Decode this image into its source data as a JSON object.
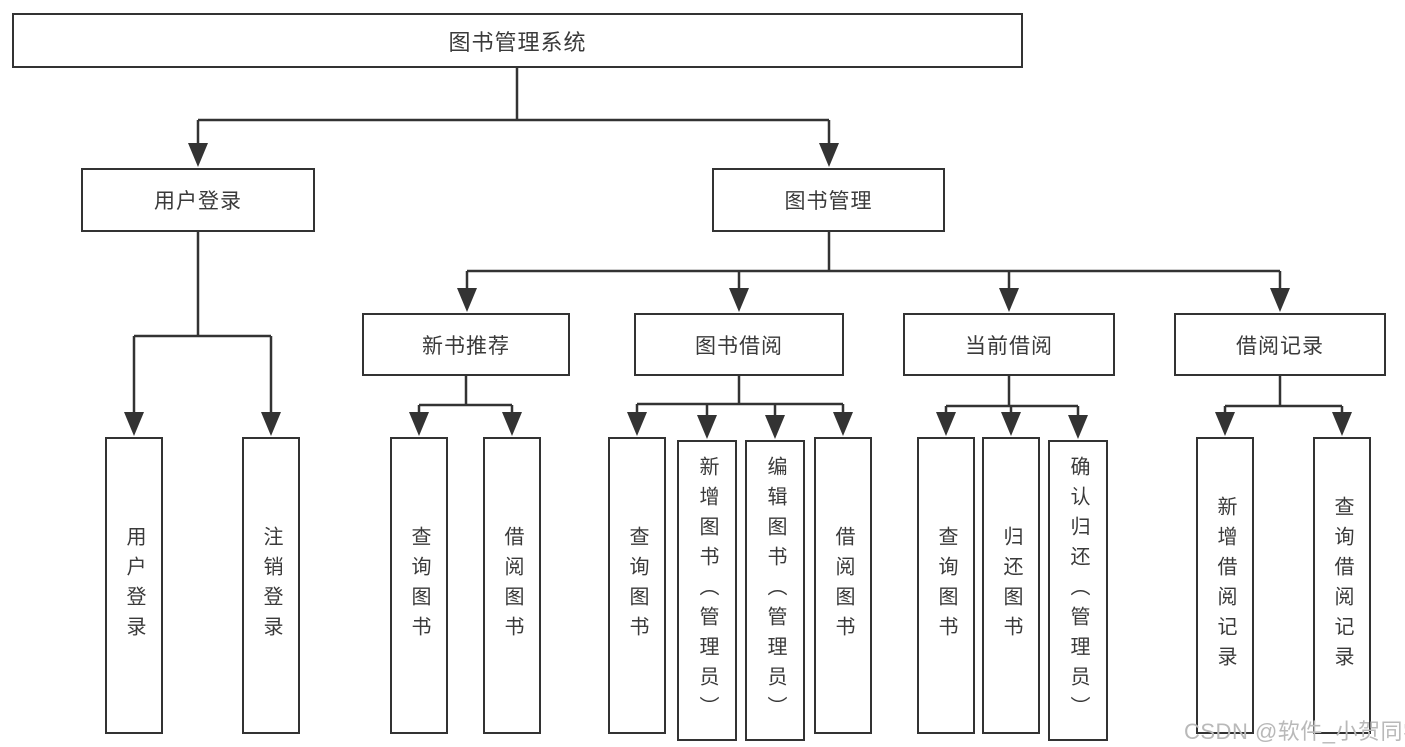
{
  "colors": {
    "line": "#333333",
    "text": "#3a3a3a",
    "background": "#ffffff",
    "watermark": "#b9b9b9"
  },
  "tree": {
    "root": {
      "label": "图书管理系统"
    },
    "children": [
      {
        "label": "用户登录",
        "children": [
          {
            "label": "用户登录"
          },
          {
            "label": "注销登录"
          }
        ]
      },
      {
        "label": "图书管理",
        "children": [
          {
            "label": "新书推荐",
            "children": [
              {
                "label": "查询图书"
              },
              {
                "label": "借阅图书"
              }
            ]
          },
          {
            "label": "图书借阅",
            "children": [
              {
                "label": "查询图书"
              },
              {
                "label": "新增图书（管理员）"
              },
              {
                "label": "编辑图书（管理员）"
              },
              {
                "label": "借阅图书"
              }
            ]
          },
          {
            "label": "当前借阅",
            "children": [
              {
                "label": "查询图书"
              },
              {
                "label": "归还图书"
              },
              {
                "label": "确认归还（管理员）"
              }
            ]
          },
          {
            "label": "借阅记录",
            "children": [
              {
                "label": "新增借阅记录"
              },
              {
                "label": "查询借阅记录"
              }
            ]
          }
        ]
      }
    ]
  },
  "watermark": {
    "text": "CSDN @软件_小贺同学"
  }
}
